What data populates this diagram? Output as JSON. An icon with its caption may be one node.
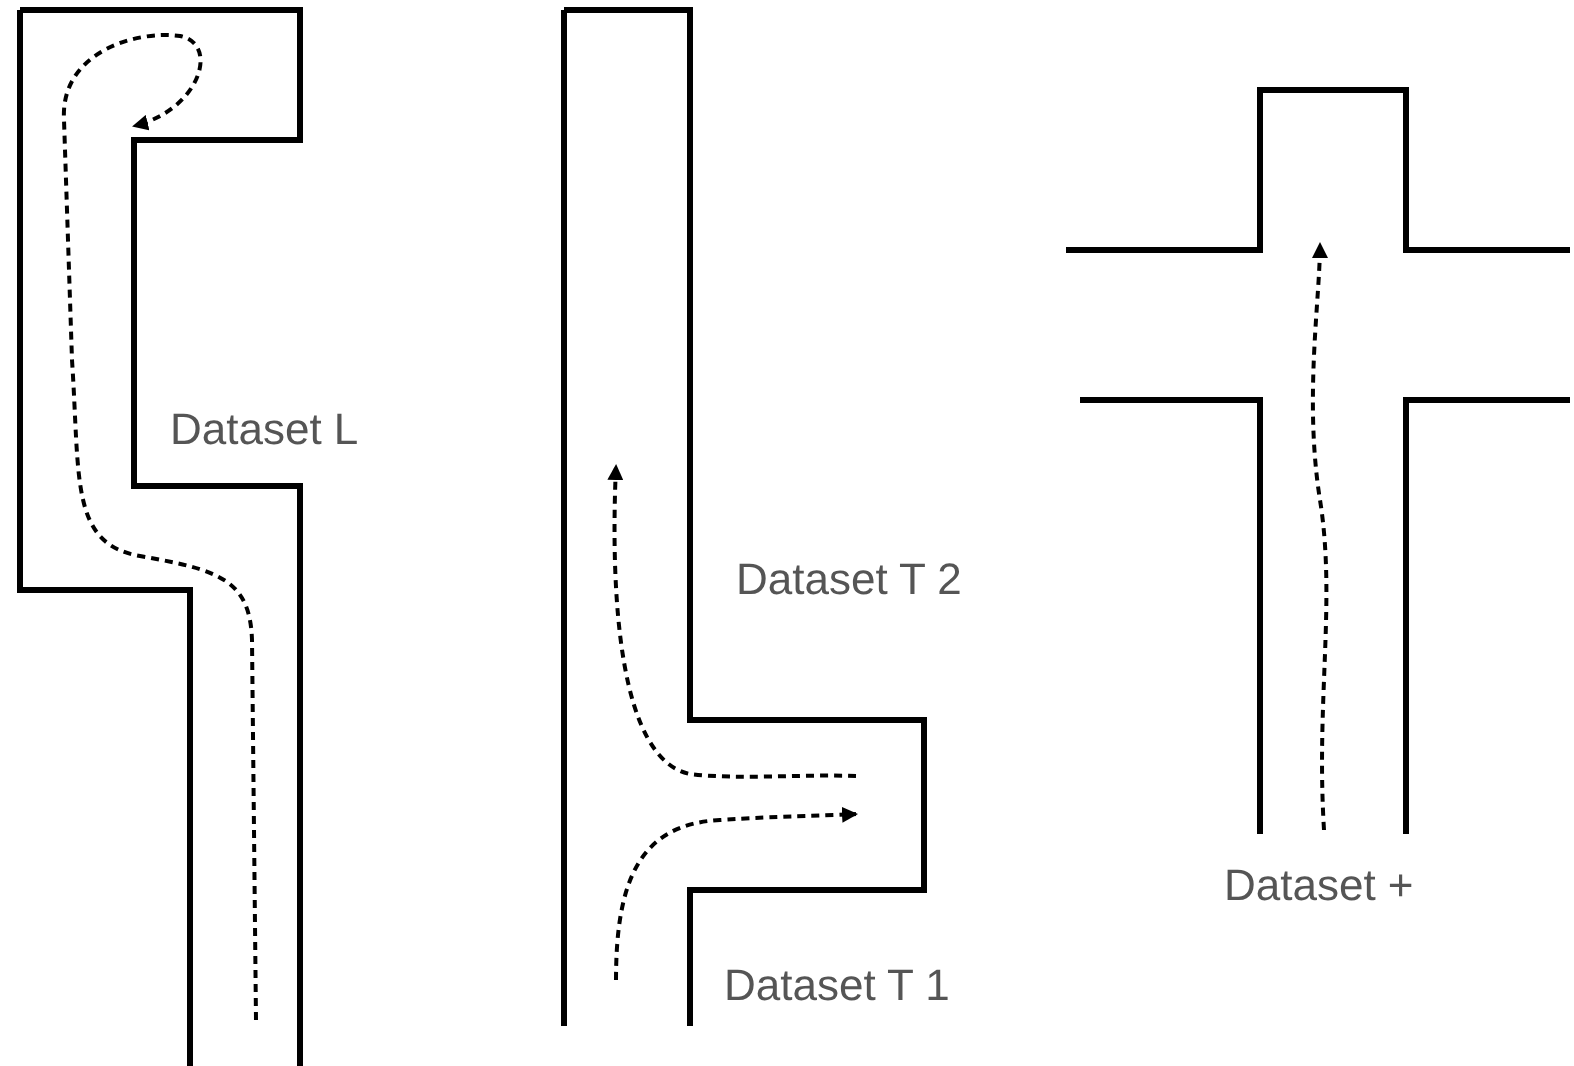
{
  "diagram": {
    "labels": [
      "Dataset L",
      "Dataset T 2",
      "Dataset T 1",
      "Dataset +"
    ]
  }
}
